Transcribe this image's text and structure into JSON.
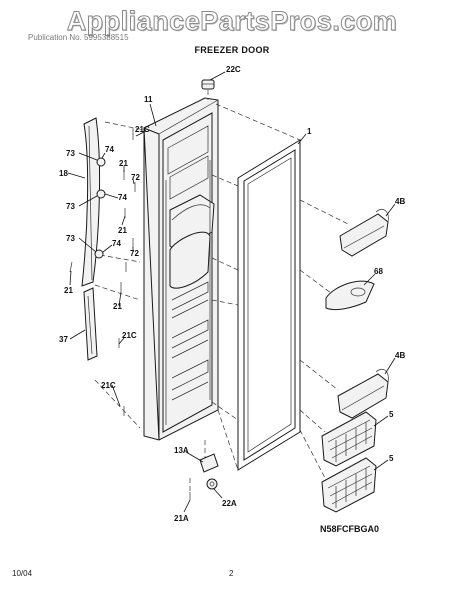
{
  "watermark": "AppliancePartsPros.com",
  "header": {
    "text": "Publication No. 5995388515"
  },
  "title": "FREEZER DOOR",
  "diagram_code": "N58FCFBGA0",
  "footer": {
    "date": "10/04",
    "page": "2"
  },
  "callouts": {
    "c22C": "22C",
    "c11": "11",
    "c21C_top": "21C",
    "c1": "1",
    "c73_a": "73",
    "c74_a": "74",
    "c21_a": "21",
    "c72_a": "72",
    "c18": "18",
    "c73_b": "73",
    "c74_b": "74",
    "c21_b": "21",
    "c4B_top": "4B",
    "c73_c": "73",
    "c74_c": "74",
    "c72_b": "72",
    "c68": "68",
    "c21_c": "21",
    "c21_d": "21",
    "c37": "37",
    "c21C_mid": "21C",
    "c4B_bot": "4B",
    "c21C_bot": "21C",
    "c5_a": "5",
    "c5_b": "5",
    "c13A": "13A",
    "c22A": "22A",
    "c21A": "21A"
  }
}
